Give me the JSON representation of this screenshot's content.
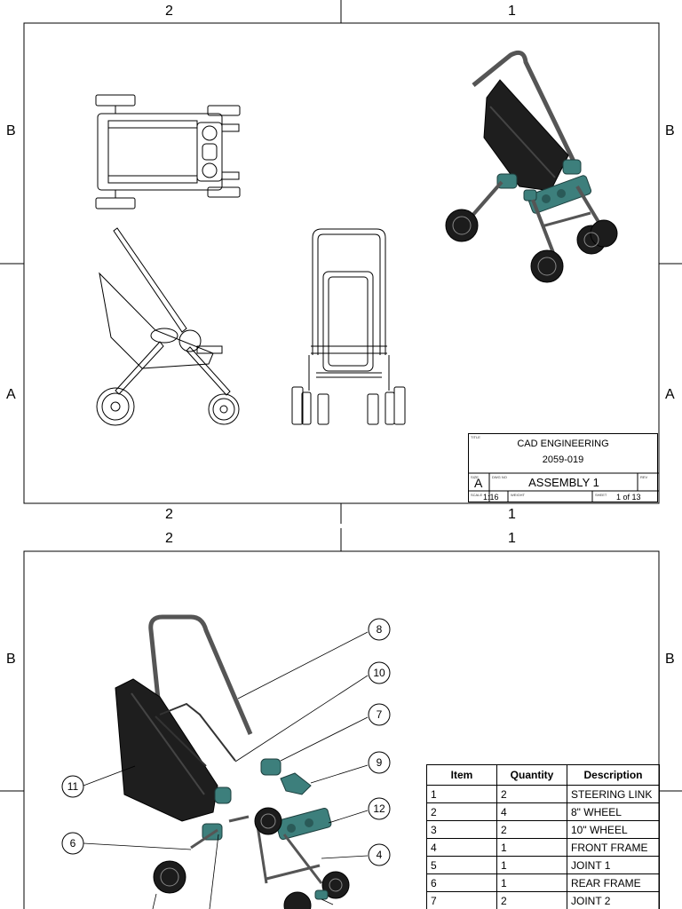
{
  "sheet1": {
    "zones_top": [
      "2",
      "1"
    ],
    "zones_bottom": [
      "2",
      "1"
    ],
    "zones_left": [
      "B",
      "A"
    ],
    "zones_right": [
      "B",
      "A"
    ],
    "title_block": {
      "title_label": "TITLE",
      "company": "CAD ENGINEERING",
      "part_number": "2059-019",
      "size_label": "SIZE",
      "size": "A",
      "dwg_label": "DWG NO",
      "dwg_name": "ASSEMBLY 1",
      "rev_label": "REV",
      "scale_label": "SCALE",
      "scale": "1:16",
      "weight_label": "WEIGHT",
      "sheet_label": "SHEET",
      "sheet": "1 of 13"
    }
  },
  "sheet2": {
    "zones_top": [
      "2",
      "1"
    ],
    "zones_left": [
      "B"
    ],
    "zones_right": [
      "B"
    ],
    "balloons": [
      "8",
      "10",
      "7",
      "9",
      "11",
      "12",
      "6",
      "4"
    ],
    "bom": {
      "headers": [
        "Item",
        "Quantity",
        "Description"
      ],
      "rows": [
        [
          "1",
          "2",
          "STEERING LINK"
        ],
        [
          "2",
          "4",
          "8\" WHEEL"
        ],
        [
          "3",
          "2",
          "10\" WHEEL"
        ],
        [
          "4",
          "1",
          "FRONT FRAME"
        ],
        [
          "5",
          "1",
          "JOINT 1"
        ],
        [
          "6",
          "1",
          "REAR FRAME"
        ],
        [
          "7",
          "2",
          "JOINT 2"
        ]
      ]
    }
  }
}
